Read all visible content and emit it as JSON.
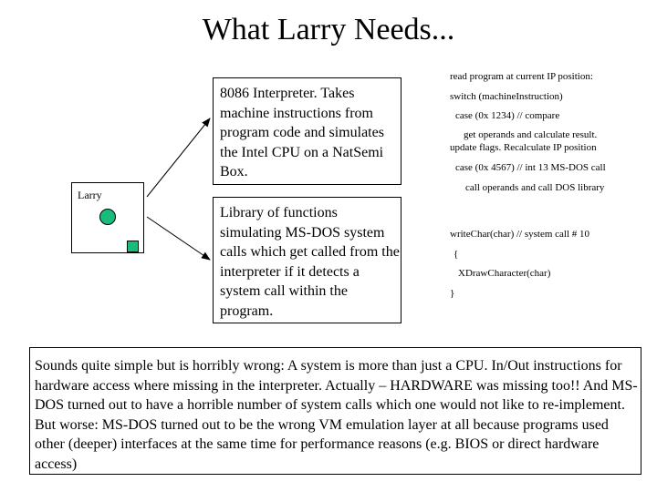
{
  "title": "What Larry Needs...",
  "larry": {
    "label": "Larry"
  },
  "boxes": {
    "interpreter": "8086 Interpreter. Takes machine instructions from program code and simulates the Intel CPU on a NatSemi Box.",
    "library": "Library of functions simulating MS-DOS system calls which get called from the interpreter if it detects a system call within the program."
  },
  "code": [
    "read program at current IP position:",
    "switch (machineInstruction)",
    "case (0x 1234)  // compare",
    "get operands and calculate result.",
    "update flags. Recalculate IP position",
    "case (0x 4567) // int 13 MS-DOS call",
    "call operands and call DOS library",
    "writeChar(char) // system call # 10",
    "{",
    "XDrawCharacter(char)",
    "}"
  ],
  "summary": "Sounds quite simple but is horribly wrong: A system is more than just a CPU. In/Out instructions for hardware access where missing in the interpreter. Actually – HARDWARE was missing too!! And MS-DOS turned out to have a horrible number of system calls which one would not like to re-implement. But worse: MS-DOS turned out to be the wrong VM emulation layer at all because programs used other (deeper) interfaces at the same time for performance reasons (e.g. BIOS or direct hardware access)",
  "colors": {
    "larry_shape": "#1abc7c"
  }
}
